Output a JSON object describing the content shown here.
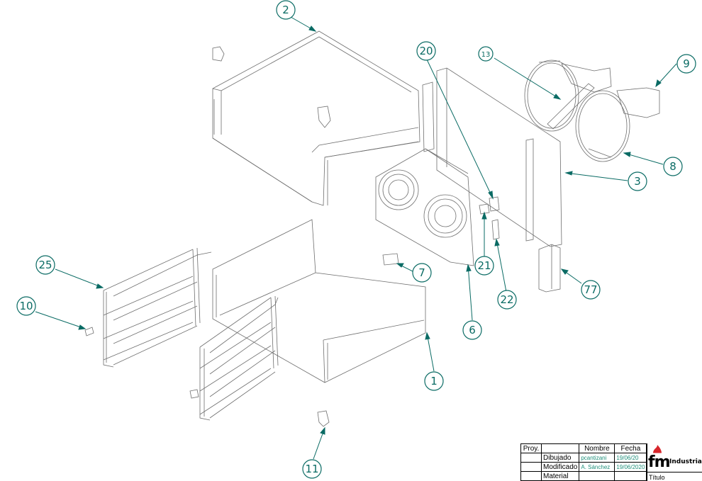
{
  "callouts": [
    {
      "id": "c2",
      "label": "2"
    },
    {
      "id": "c20",
      "label": "20"
    },
    {
      "id": "c13",
      "label": "13"
    },
    {
      "id": "c9",
      "label": "9"
    },
    {
      "id": "c8",
      "label": "8"
    },
    {
      "id": "c3",
      "label": "3"
    },
    {
      "id": "c7",
      "label": "7"
    },
    {
      "id": "c21",
      "label": "21"
    },
    {
      "id": "c22",
      "label": "22"
    },
    {
      "id": "c77",
      "label": "77"
    },
    {
      "id": "c6",
      "label": "6"
    },
    {
      "id": "c25",
      "label": "25"
    },
    {
      "id": "c10",
      "label": "10"
    },
    {
      "id": "c1",
      "label": "1"
    },
    {
      "id": "c11",
      "label": "11"
    }
  ],
  "title_block": {
    "header": {
      "col0": "Proy.",
      "col2": "Nombre",
      "col3": "Fecha"
    },
    "rows": [
      {
        "role": "Dibujado",
        "name": "pcantizani",
        "date": "19/06/20"
      },
      {
        "role": "Modificado",
        "name": "A. Sánchez",
        "date": "19/06/2020"
      },
      {
        "role": "Material",
        "name": "",
        "date": ""
      }
    ],
    "logo_text": "fm",
    "company": "Industrial",
    "title_label": "Título"
  },
  "colors": {
    "callout": "#0a6b64",
    "line": "#555555",
    "accent": "#d7262b"
  }
}
